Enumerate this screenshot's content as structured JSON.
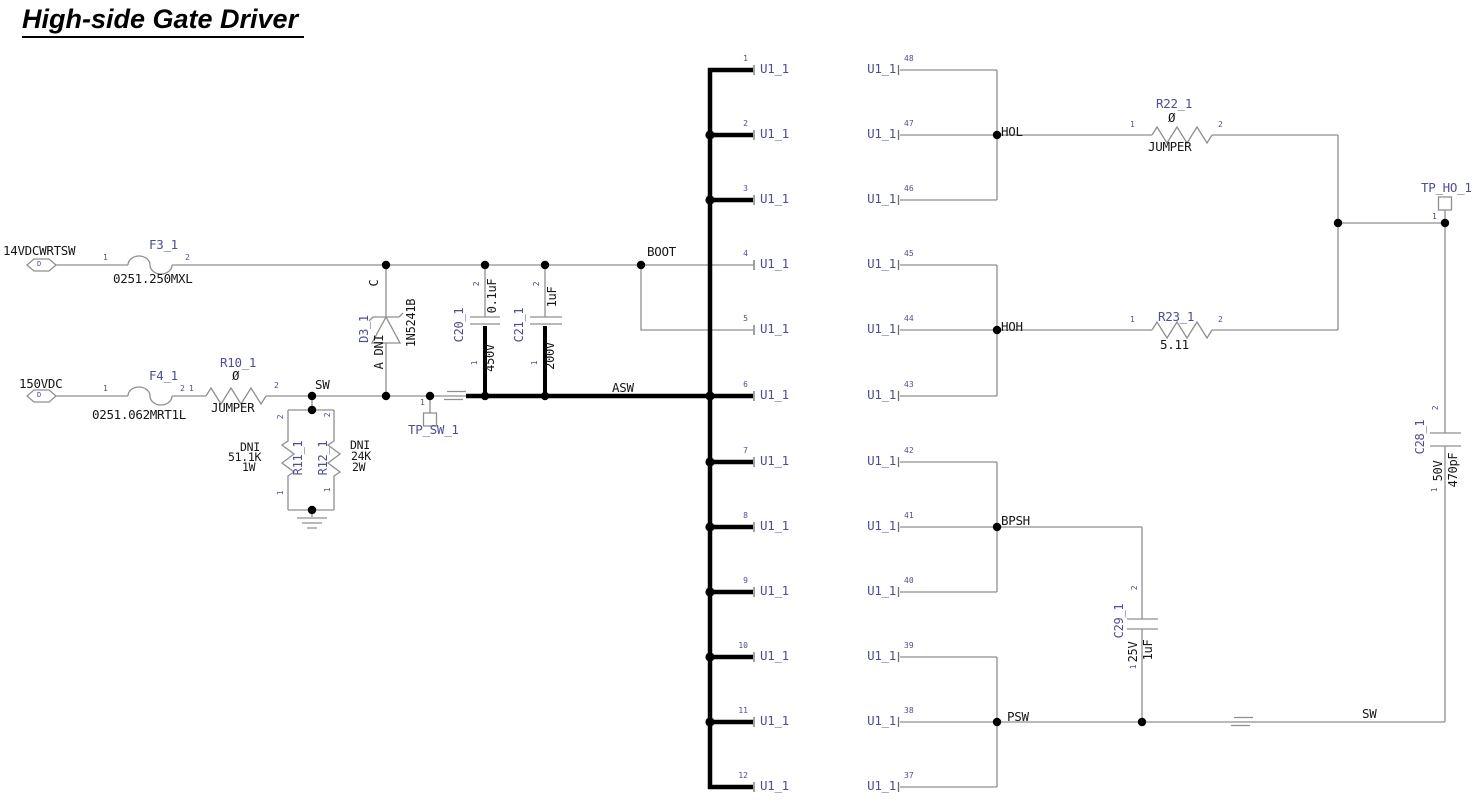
{
  "title": "High-side Gate Driver",
  "ports": {
    "p14": {
      "label": "14VDCWRTSW",
      "glyph": "D"
    },
    "p150": {
      "label": "150VDC",
      "glyph": "D"
    }
  },
  "fuses": {
    "f3": {
      "ref": "F3_1",
      "value": "0251.250MXL",
      "p1": "1",
      "p2": "2"
    },
    "f4": {
      "ref": "F4_1",
      "value": "0251.062MRT1L",
      "p1": "1",
      "p2": "2"
    }
  },
  "resistors": {
    "r10": {
      "ref": "R10_1",
      "ohms": "Ø",
      "note": "JUMPER",
      "p1": "1",
      "p2": "2"
    },
    "r11": {
      "ref": "R11_1",
      "dni": "DNI",
      "ohms": "51.1K",
      "watts": "1W",
      "p_top": "2",
      "p_bot": "1"
    },
    "r12": {
      "ref": "R12_1",
      "dni": "DNI",
      "ohms": "24K",
      "watts": "2W",
      "p_top": "2",
      "p_bot": "1"
    },
    "r22": {
      "ref": "R22_1",
      "ohms": "Ø",
      "note": "JUMPER",
      "p1": "1",
      "p2": "2"
    },
    "r23": {
      "ref": "R23_1",
      "ohms": "5.11",
      "p1": "1",
      "p2": "2"
    }
  },
  "diodes": {
    "d3": {
      "ref": "D3_1",
      "part": "1N5241B",
      "cathode": "C",
      "anode": "A DNI"
    }
  },
  "capacitors": {
    "c20": {
      "ref": "C20_1",
      "value": "0.1uF",
      "voltage": "450V",
      "p_top": "2",
      "p_bot": "1"
    },
    "c21": {
      "ref": "C21_1",
      "value": "1uF",
      "voltage": "200V",
      "p_top": "2",
      "p_bot": "1"
    },
    "c28": {
      "ref": "C28_1",
      "value": "470pF",
      "voltage": "50V",
      "p_top": "2",
      "p_bot": "1"
    },
    "c29": {
      "ref": "C29_1",
      "value": "1uF",
      "voltage": "25V",
      "p_top": "2",
      "p_bot": "1"
    }
  },
  "testpoints": {
    "tp_sw": {
      "ref": "TP_SW_1",
      "pin": "1"
    },
    "tp_ho": {
      "ref": "TP_HO_1",
      "pin": "1"
    }
  },
  "nets": {
    "sw": "SW",
    "asw": "ASW",
    "boot": "BOOT",
    "hol": "HOL",
    "hoh": "HOH",
    "bpsh": "BPSH",
    "psw": "PSW",
    "sw_right": "SW"
  },
  "ic": {
    "ref": "U1_1",
    "left_pins": [
      "1",
      "2",
      "3",
      "4",
      "5",
      "6",
      "7",
      "8",
      "9",
      "10",
      "11",
      "12"
    ],
    "right_pins": [
      "48",
      "47",
      "46",
      "45",
      "44",
      "43",
      "42",
      "41",
      "40",
      "39",
      "38",
      "37"
    ]
  }
}
